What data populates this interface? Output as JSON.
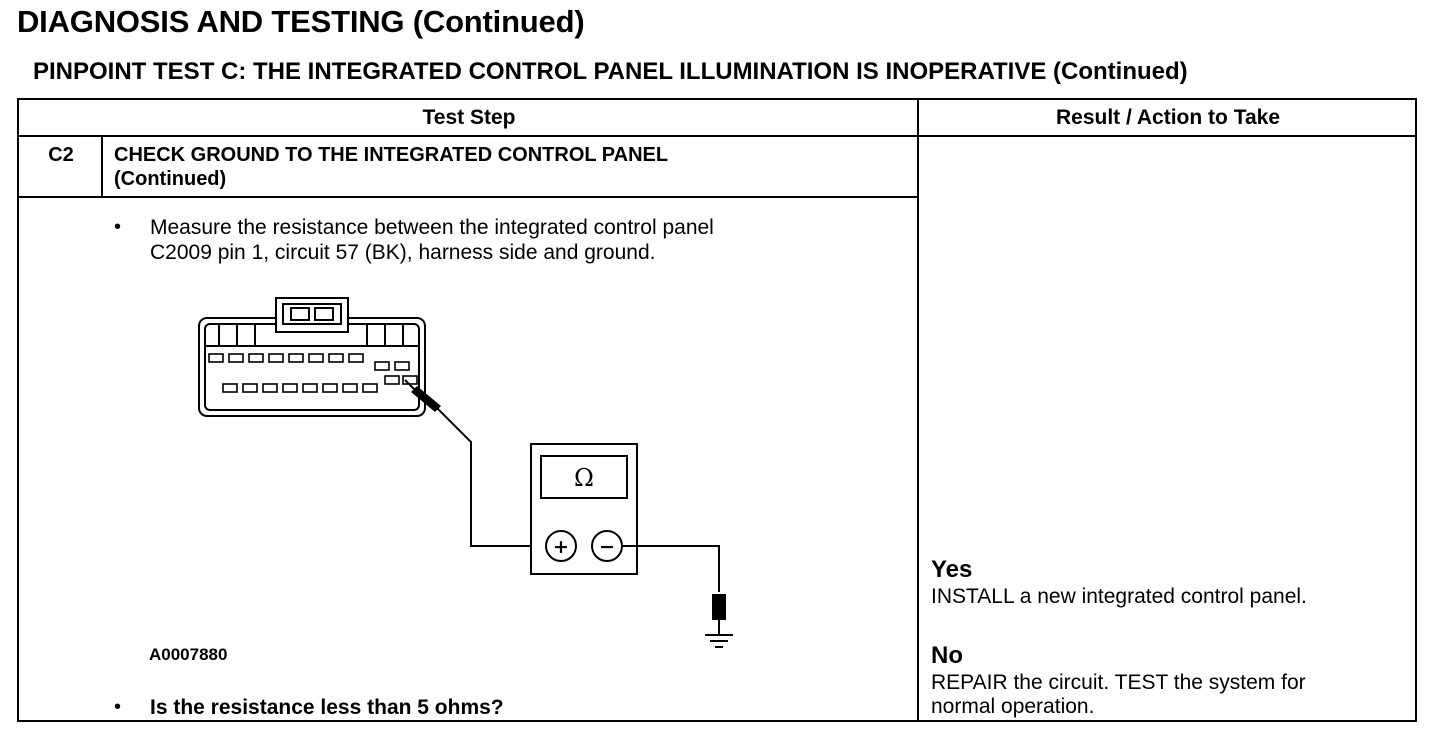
{
  "document": {
    "title": "DIAGNOSIS AND TESTING (Continued)",
    "subtitle": "PINPOINT TEST C: THE INTEGRATED CONTROL PANEL ILLUMINATION IS INOPERATIVE (Continued)"
  },
  "table": {
    "headers": {
      "step": "Test Step",
      "result": "Result / Action to Take"
    },
    "step": {
      "number": "C2",
      "title_line1": "CHECK GROUND TO THE INTEGRATED CONTROL PANEL",
      "title_line2": "(Continued)",
      "bullet_char": "•",
      "instruction_line1": "Measure the resistance between the integrated control panel",
      "instruction_line2": "C2009 pin 1, circuit 57 (BK), harness side and ground.",
      "figure_id": "A0007880",
      "question": "Is the resistance less than 5 ohms?"
    },
    "results": [
      {
        "label": "Yes",
        "action_line1": "INSTALL a new integrated control panel.",
        "action_line2": ""
      },
      {
        "label": "No",
        "action_line1": "REPAIR the circuit. TEST the system for",
        "action_line2": "normal operation."
      }
    ]
  },
  "diagram": {
    "meter_symbol": "Ω",
    "plus_symbol": "+",
    "minus_symbol": "−"
  }
}
